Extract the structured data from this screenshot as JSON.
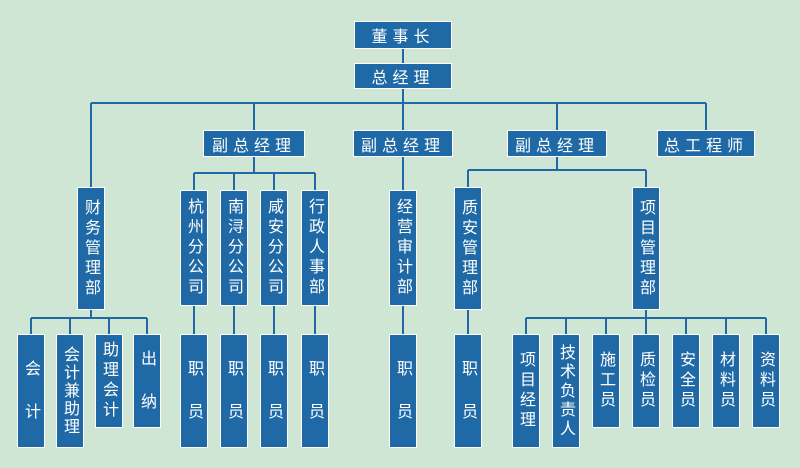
{
  "colors": {
    "background": "#cfe6d4",
    "box": "#1f6aa6",
    "line": "#1f6aa6",
    "text": "#ffffff"
  },
  "chairman": "董事长",
  "general_manager": "总经理",
  "deputy_gm_1": "副总经理",
  "deputy_gm_2": "副总经理",
  "deputy_gm_3": "副总经理",
  "chief_engineer": "总工程师",
  "finance_dept": "财务管理部",
  "hangzhou_branch": "杭州分公司",
  "nanxun_branch": "南浔分公司",
  "xianan_branch": "咸安分公司",
  "admin_hr_dept": "行政人事部",
  "audit_dept": "经营审计部",
  "quality_safety_dept": "质安管理部",
  "project_dept": "项目管理部",
  "finance_staff": [
    "会 计",
    "会计兼助理",
    "助理会计",
    "出 纳"
  ],
  "staff_label": "职 员",
  "project_staff": [
    "项目经理",
    "技术负责人",
    "施工员",
    "质检员",
    "安全员",
    "材料员",
    "资料员"
  ]
}
